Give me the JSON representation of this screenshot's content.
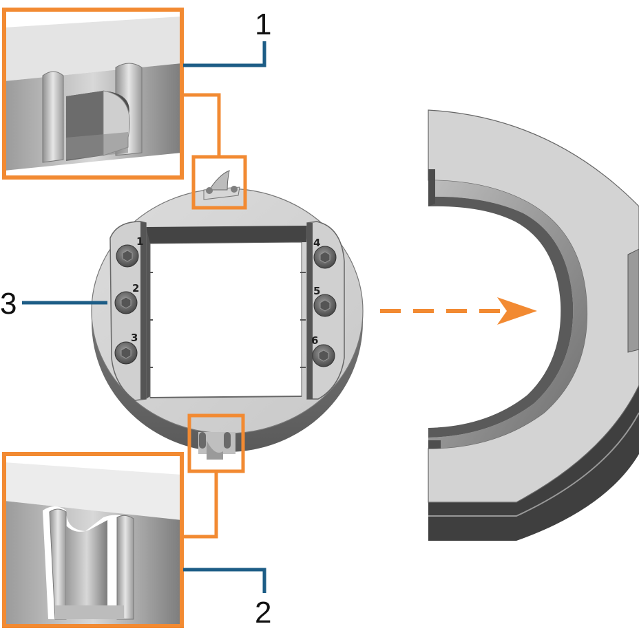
{
  "callouts": [
    {
      "id": "1",
      "label": "1",
      "refers_to": "top-notch-detail"
    },
    {
      "id": "2",
      "label": "2",
      "refers_to": "bottom-notch-detail"
    },
    {
      "id": "3",
      "label": "3",
      "refers_to": "screw-strip"
    }
  ],
  "screws": [
    {
      "label": "1"
    },
    {
      "label": "2"
    },
    {
      "label": "3"
    },
    {
      "label": "4"
    },
    {
      "label": "5"
    },
    {
      "label": "6"
    }
  ],
  "colors": {
    "highlight": "#f28a32",
    "leader": "#1d5d86",
    "arrow": "#f28a32",
    "part_light": "#d2d2d2",
    "part_mid": "#a9a9a9",
    "part_dark": "#4a4a4a"
  },
  "icons": {
    "arrow": "dashed-right-arrow",
    "screw": "hex-socket-screw"
  }
}
